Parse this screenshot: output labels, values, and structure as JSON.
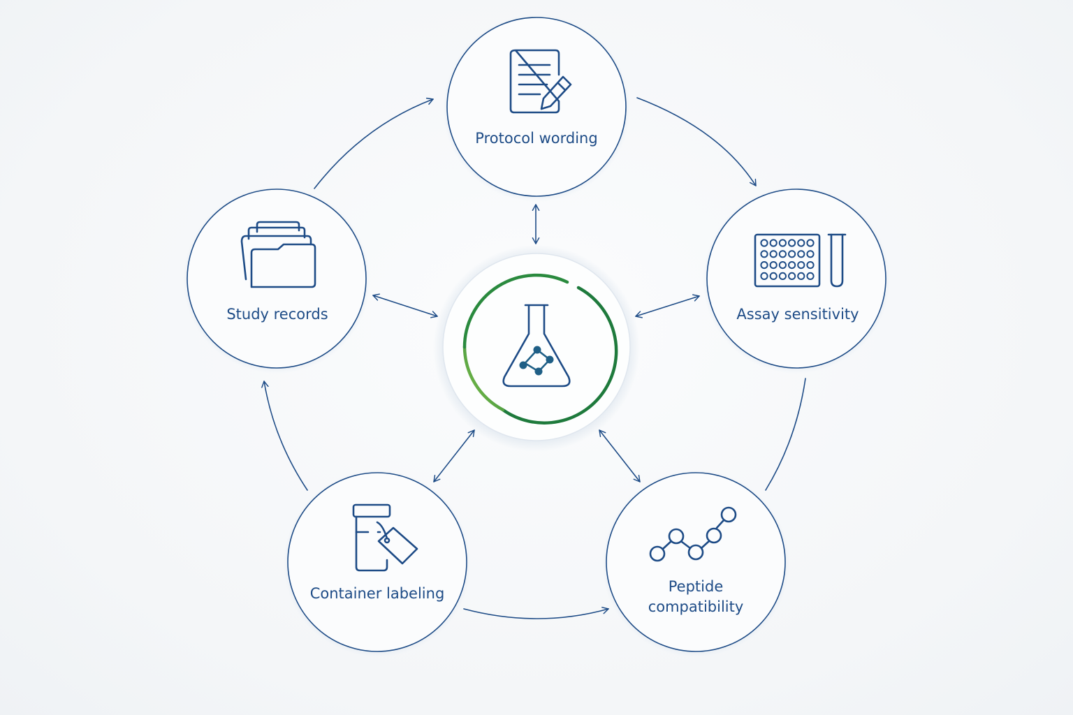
{
  "diagram": {
    "center": {
      "icon": "flask-molecule-icon"
    },
    "nodes": [
      {
        "id": "protocol",
        "icon": "document-pencil-icon",
        "label_lines": [
          "Protocol wording"
        ]
      },
      {
        "id": "assay",
        "icon": "well-plate-test-tube-icon",
        "label_lines": [
          "Assay sensitivity"
        ]
      },
      {
        "id": "peptide",
        "icon": "peptide-chain-icon",
        "label_lines": [
          "Peptide",
          "compatibility"
        ]
      },
      {
        "id": "container",
        "icon": "labeled-container-icon",
        "label_lines": [
          "Container labeling"
        ]
      },
      {
        "id": "records",
        "icon": "folders-icon",
        "label_lines": [
          "Study records"
        ]
      }
    ]
  },
  "colors": {
    "primary": "#1d4b86",
    "accent_green_dark": "#1e7a3c",
    "accent_green_light": "#7cc243",
    "molecule": "#1f5f86",
    "background": "#f6f8fa"
  }
}
